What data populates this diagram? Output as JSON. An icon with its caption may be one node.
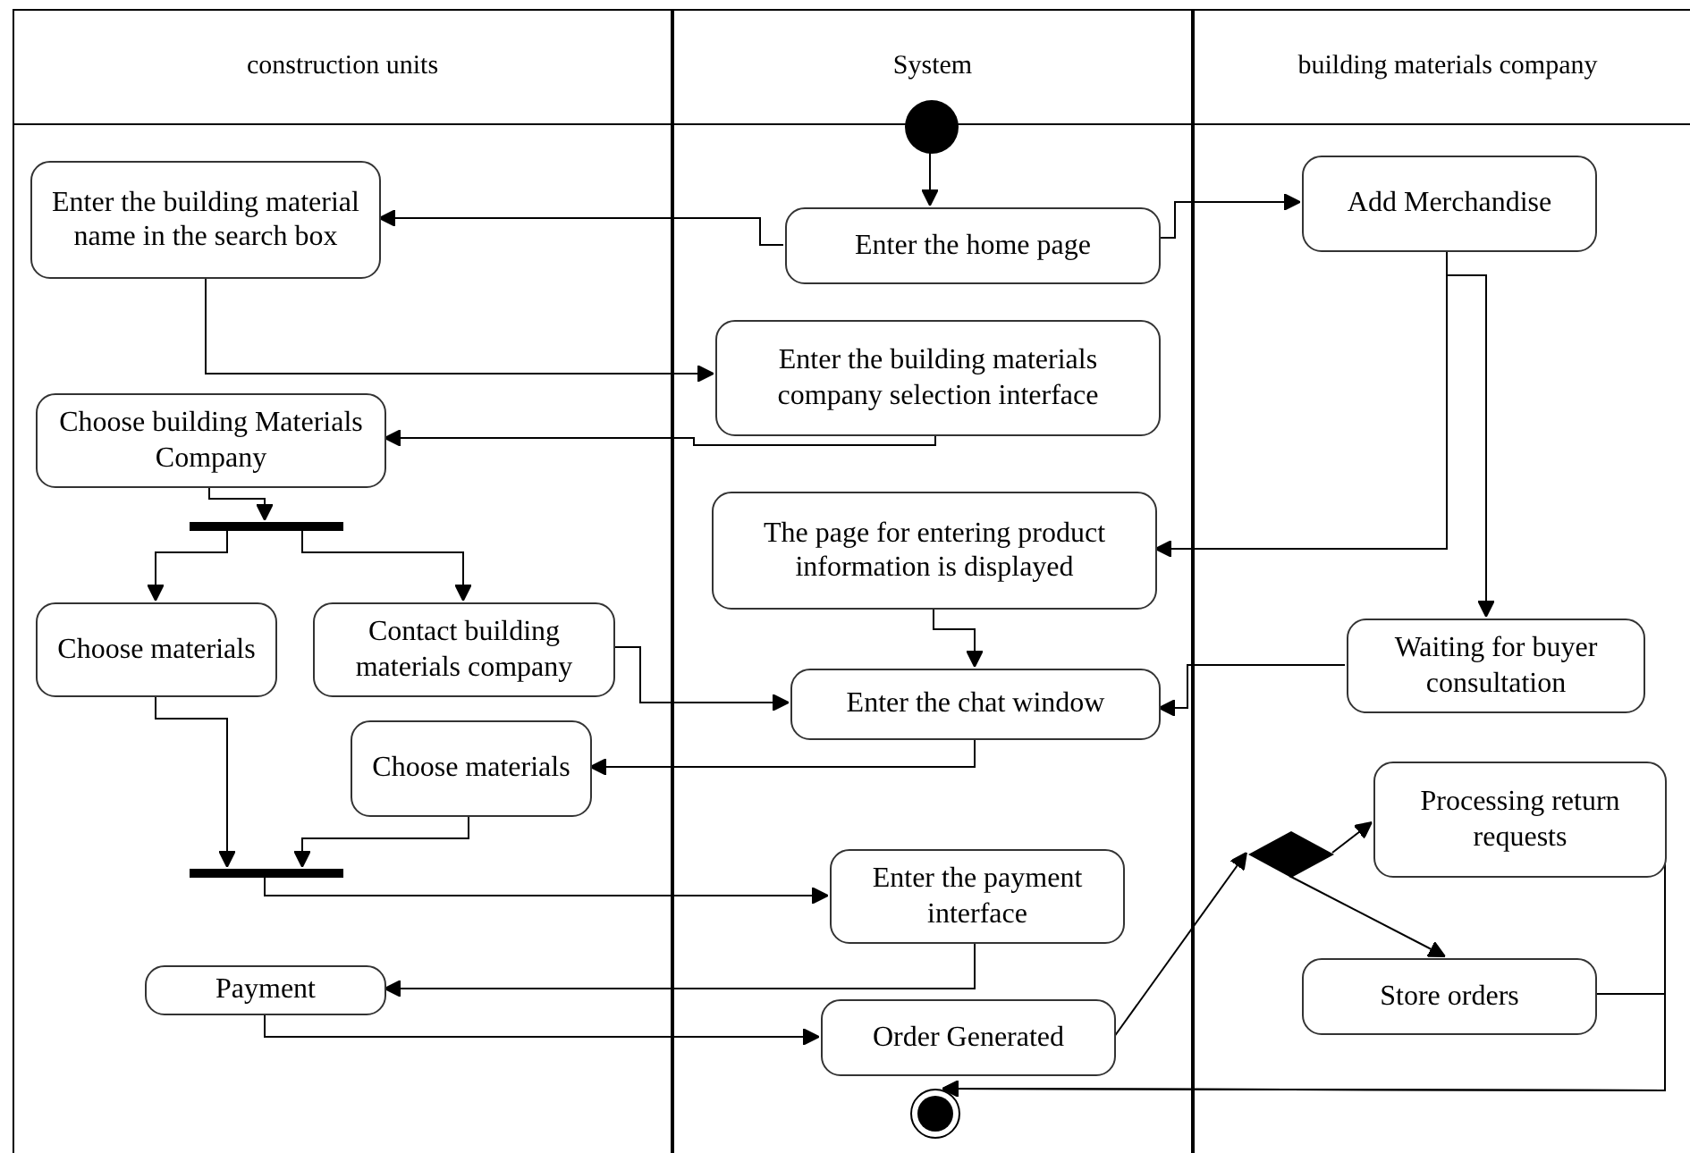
{
  "diagram": {
    "nodes": [
      {
        "text": [
          "construction units"
        ]
      },
      {
        "text": [
          "System"
        ]
      },
      {
        "text": [
          "building materials company"
        ]
      },
      {
        "text": [],
        "shape": "circle",
        "in": 1
      },
      {
        "text": [
          "Enter the building material name in the search box"
        ],
        "in": 0
      },
      {
        "text": [
          "Enter the home page"
        ],
        "in": 1
      },
      {
        "text": [
          "Add Merchandise"
        ],
        "in": 2
      },
      {
        "text": [
          "Enter the building materials company selection interface"
        ],
        "in": 1
      },
      {
        "text": [
          "Choose building Materials Company"
        ],
        "in": 0
      },
      {
        "text": [],
        "shape": "bar",
        "in": 0
      },
      {
        "text": [
          "The page for entering product information is displayed"
        ],
        "in": 1
      },
      {
        "text": [
          "Choose materials"
        ],
        "in": 0
      },
      {
        "text": [
          "Contact building materials company"
        ],
        "in": 0
      },
      {
        "text": [
          "Waiting for buyer consultation"
        ],
        "in": 2
      },
      {
        "text": [
          "Enter the chat window"
        ],
        "in": 1
      },
      {
        "text": [
          "Choose materials"
        ],
        "in": 0
      },
      {
        "text": [],
        "shape": "bar",
        "in": 0
      },
      {
        "text": [
          "Processing return requests"
        ],
        "in": 2
      },
      {
        "text": [],
        "shape": "diamond",
        "in": 2
      },
      {
        "text": [
          "Enter the payment interface"
        ],
        "in": 1
      },
      {
        "text": [
          "Payment"
        ],
        "in": 0
      },
      {
        "text": [
          "Store orders"
        ],
        "in": 2
      },
      {
        "text": [
          "Order Generated"
        ],
        "in": 1
      },
      {
        "text": [],
        "shape": "circle",
        "in": 1
      }
    ],
    "edges": [
      {
        "from": 3,
        "to": 5,
        "arrow": "to"
      },
      {
        "from": 5,
        "to": 4,
        "arrow": "to"
      },
      {
        "from": 5,
        "to": 6,
        "arrow": "to"
      },
      {
        "from": 4,
        "to": 7,
        "arrow": "to"
      },
      {
        "from": 7,
        "to": 8,
        "arrow": "to"
      },
      {
        "from": 8,
        "to": 9,
        "arrow": "to"
      },
      {
        "from": 9,
        "to": 11,
        "arrow": "to"
      },
      {
        "from": 9,
        "to": 12,
        "arrow": "to"
      },
      {
        "from": 6,
        "to": 10,
        "arrow": "to"
      },
      {
        "from": 6,
        "to": 13,
        "arrow": "to"
      },
      {
        "from": 10,
        "to": 14,
        "arrow": "to"
      },
      {
        "from": 12,
        "to": 14,
        "arrow": "to"
      },
      {
        "from": 13,
        "to": 14,
        "arrow": "to"
      },
      {
        "from": 14,
        "to": 15,
        "arrow": "to"
      },
      {
        "from": 11,
        "to": 16,
        "arrow": "to"
      },
      {
        "from": 15,
        "to": 16,
        "arrow": "to"
      },
      {
        "from": 16,
        "to": 19,
        "arrow": "to"
      },
      {
        "from": 19,
        "to": 20,
        "arrow": "to"
      },
      {
        "from": 20,
        "to": 22,
        "arrow": "to"
      },
      {
        "from": 22,
        "to": 18,
        "arrow": "to"
      },
      {
        "from": 18,
        "to": 17,
        "arrow": "to"
      },
      {
        "from": 18,
        "to": 21,
        "arrow": "to"
      },
      {
        "from": 17,
        "to": 23,
        "arrow": "to"
      },
      {
        "from": 21,
        "to": 23,
        "arrow": "to"
      }
    ]
  }
}
